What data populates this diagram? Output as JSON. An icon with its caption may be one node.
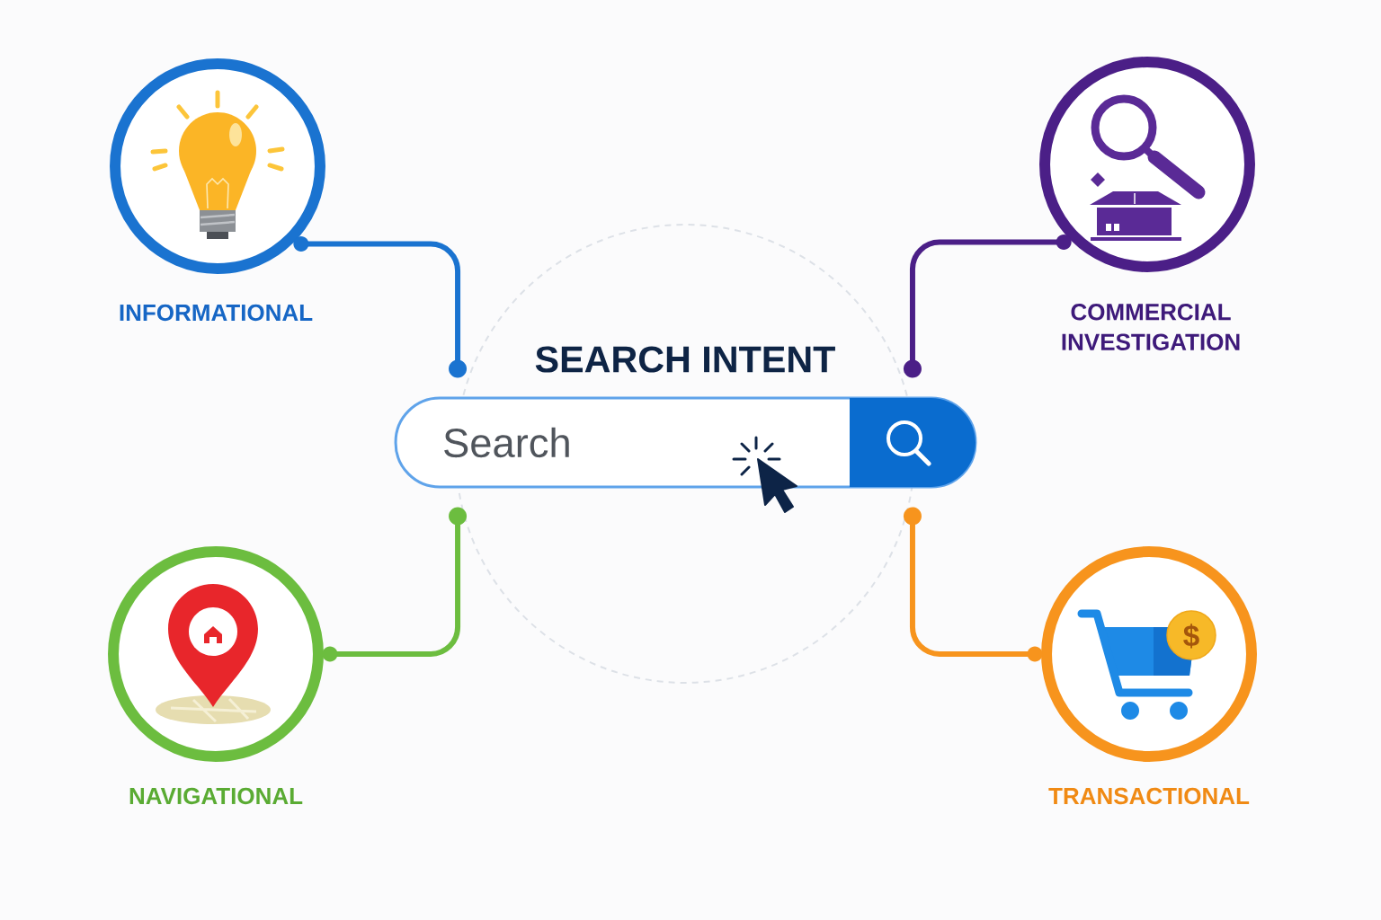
{
  "diagram": {
    "title": "SEARCH INTENT",
    "nodes": [
      {
        "text": [
          "INFORMATIONAL"
        ]
      },
      {
        "text": [
          "COMMERCIAL INVESTIGATION"
        ]
      },
      {
        "text": [
          "Search"
        ]
      },
      {
        "text": [
          "NAVIGATIONAL"
        ]
      },
      {
        "text": [
          "TRANSACTIONAL"
        ]
      }
    ],
    "edges": [
      {
        "from": 0,
        "to": 2,
        "arrow": "other",
        "color": "#1a73d0"
      },
      {
        "from": 1,
        "to": 2,
        "arrow": "other",
        "color": "#4b1f87"
      },
      {
        "from": 3,
        "to": 2,
        "arrow": "other",
        "color": "#6cbd3f"
      },
      {
        "from": 4,
        "to": 2,
        "arrow": "other",
        "color": "#f7941d"
      }
    ],
    "labels": [
      "$"
    ]
  }
}
